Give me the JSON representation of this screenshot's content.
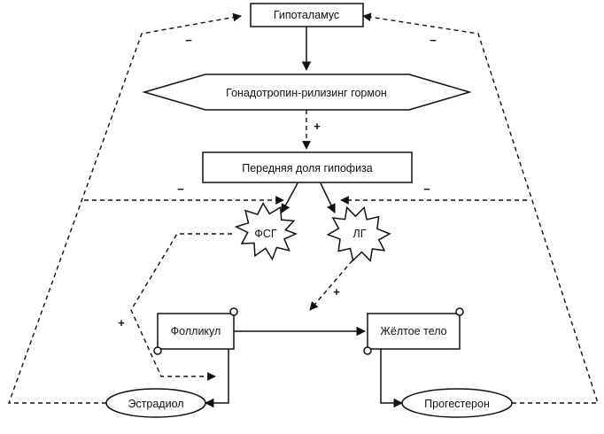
{
  "nodes": {
    "hypothalamus": "Гипоталамус",
    "gnrh": "Гонадотропин-рилизинг гормон",
    "pituitary": "Передняя доля гипофиза",
    "fsh": "ФСГ",
    "lh": "ЛГ",
    "follicle": "Фолликул",
    "corpus_luteum": "Жёлтое тело",
    "estradiol": "Эстрадиол",
    "progesterone": "Прогестерон"
  },
  "signs": {
    "neg_outer_left": "−",
    "neg_outer_right": "−",
    "pos_gnrh_to_pituitary": "+",
    "neg_inner_left": "−",
    "neg_inner_right": "−",
    "pos_fsh_to_follicle": "+",
    "pos_lh_to_corpus": "+"
  }
}
